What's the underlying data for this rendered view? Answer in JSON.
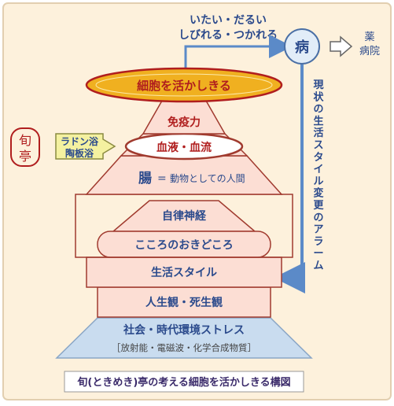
{
  "symptoms": {
    "line1": "いたい・だるい",
    "line2": "しびれる・つかれる"
  },
  "disease": "病",
  "medicine": {
    "line1": "薬",
    "line2": "病院"
  },
  "vertical_alarm": [
    "現",
    "状",
    "の",
    "生",
    "活",
    "ス",
    "タ",
    "イ",
    "ル",
    "変",
    "更",
    "の",
    "ア",
    "ラ",
    "ー",
    "ム"
  ],
  "layers": {
    "top_ellipse": "細胞を活かしきる",
    "immunity": "免疫力",
    "blood": "血液・血流",
    "gut_main": "腸",
    "gut_eq": "=",
    "gut_sub": "動物としての人間",
    "autonomic": "自律神経",
    "heart": "こころのおきどころ",
    "lifestyle": "生活スタイル",
    "outlook": "人生観・死生観",
    "society": "社会・時代環境ストレス",
    "society_sub": "［放射能・電磁波・化学合成物質］"
  },
  "bath": {
    "line1": "ラドン浴",
    "line2": "陶板浴"
  },
  "seal": {
    "line1": "旬",
    "line2": "亭"
  },
  "caption": "旬(ときめき)亭の考える細胞を活かしきる構図",
  "colors": {
    "background": "#fdf1dc",
    "layer_fill": "#fcded4",
    "layer_stroke": "#a03a2e",
    "text_red": "#b01e1e",
    "text_blue": "#2b4a8c",
    "ellipse_fill": "#f0b020",
    "society_fill": "#c9dcef",
    "arrow_blue": "#5b8ac8"
  }
}
